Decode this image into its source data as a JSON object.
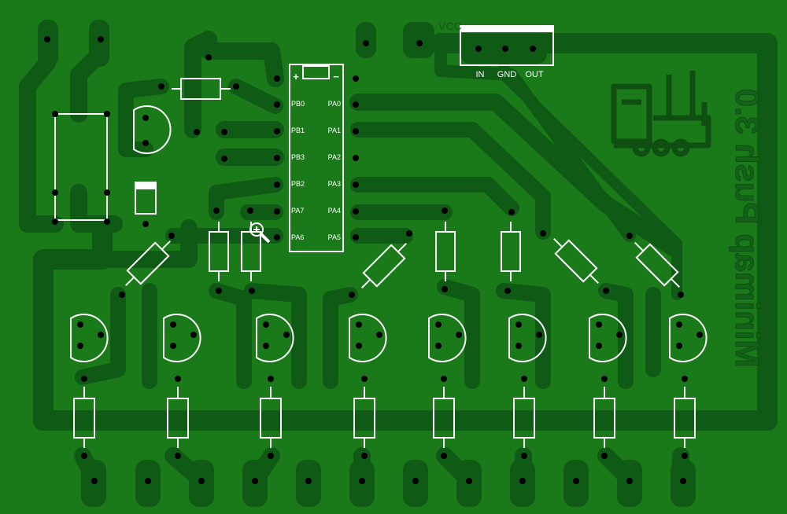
{
  "board": {
    "title": "Minimap Push 3.0",
    "vcc_label": "VCC",
    "regulator_pins": [
      "IN",
      "GND",
      "OUT"
    ],
    "ic_polarity": {
      "plus": "+",
      "minus": "−"
    },
    "ic_left_pins": [
      "PB0",
      "PB1",
      "PB3",
      "PB2",
      "PA7",
      "PA6"
    ],
    "ic_right_pins": [
      "PA0",
      "PA1",
      "PA2",
      "PA3",
      "PA4",
      "PA5"
    ]
  },
  "colors": {
    "board": "#1a7a1a",
    "copper": "#0f5a14",
    "silkscreen": "#ffffff",
    "drill": "#000000"
  },
  "icons": {
    "zoom": "magnifier-icon",
    "train": "locomotive-icon"
  }
}
